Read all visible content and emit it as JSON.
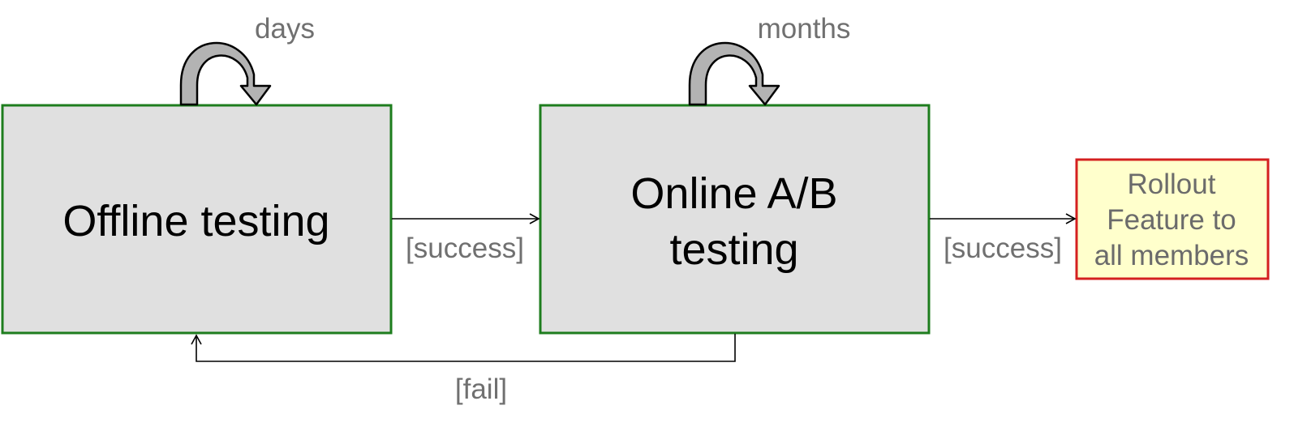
{
  "nodes": {
    "offline": {
      "label": "Offline testing"
    },
    "online": {
      "label_line1": "Online A/B",
      "label_line2": "testing"
    },
    "rollout": {
      "label_line1": "Rollout",
      "label_line2": "Feature to",
      "label_line3": "all members"
    }
  },
  "edges": {
    "offline_to_online": {
      "label": "[success]"
    },
    "online_to_rollout": {
      "label": "[success]"
    },
    "online_to_offline": {
      "label": "[fail]"
    }
  },
  "loops": {
    "offline": {
      "label": "days"
    },
    "online": {
      "label": "months"
    }
  },
  "colors": {
    "process_fill": "#e0e0e0",
    "process_border": "#1e7d1e",
    "rollout_fill": "#ffffcc",
    "rollout_border": "#d42020",
    "loop_arrow_fill": "#b3b3b3",
    "connector": "#000000"
  }
}
